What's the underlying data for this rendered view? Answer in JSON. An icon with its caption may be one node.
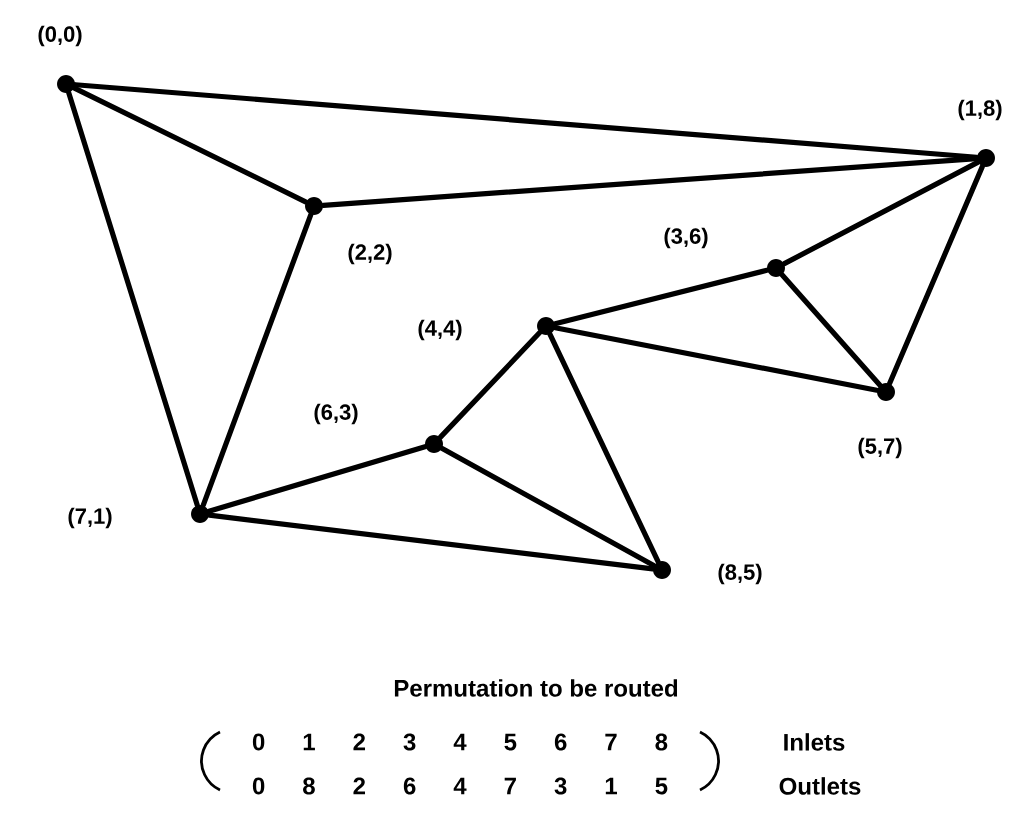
{
  "diagram": {
    "nodes": [
      {
        "text": [],
        "shape": "circle",
        "beside": [
          "(0,0)"
        ]
      },
      {
        "text": [],
        "shape": "circle",
        "beside": [
          "(1,8)"
        ]
      },
      {
        "text": [],
        "shape": "circle",
        "beside": [
          "(2,2)"
        ]
      },
      {
        "text": [],
        "shape": "circle",
        "beside": [
          "(3,6)"
        ]
      },
      {
        "text": [],
        "shape": "circle",
        "beside": [
          "(4,4)"
        ]
      },
      {
        "text": [],
        "shape": "circle",
        "beside": [
          "(5,7)"
        ]
      },
      {
        "text": [],
        "shape": "circle",
        "beside": [
          "(6,3)"
        ]
      },
      {
        "text": [],
        "shape": "circle",
        "beside": [
          "(7,1)"
        ]
      },
      {
        "text": [],
        "shape": "circle",
        "beside": [
          "(8,5)"
        ]
      }
    ],
    "edges": [
      {
        "from": 0,
        "to": 1,
        "arrow": "none"
      },
      {
        "from": 0,
        "to": 2,
        "arrow": "none"
      },
      {
        "from": 0,
        "to": 7,
        "arrow": "none"
      },
      {
        "from": 2,
        "to": 1,
        "arrow": "none"
      },
      {
        "from": 2,
        "to": 7,
        "arrow": "none"
      },
      {
        "from": 1,
        "to": 3,
        "arrow": "none"
      },
      {
        "from": 1,
        "to": 5,
        "arrow": "none"
      },
      {
        "from": 3,
        "to": 4,
        "arrow": "none"
      },
      {
        "from": 3,
        "to": 5,
        "arrow": "none"
      },
      {
        "from": 4,
        "to": 5,
        "arrow": "none"
      },
      {
        "from": 4,
        "to": 6,
        "arrow": "none"
      },
      {
        "from": 4,
        "to": 8,
        "arrow": "none"
      },
      {
        "from": 6,
        "to": 7,
        "arrow": "none"
      },
      {
        "from": 6,
        "to": 8,
        "arrow": "none"
      },
      {
        "from": 7,
        "to": 8,
        "arrow": "none"
      }
    ],
    "labels": [
      "Permutation to be routed",
      "0 1 2 3 4 5 6 7 8",
      "Inlets",
      "0 8 2 6 4 7 3 1 5",
      "Outlets"
    ]
  }
}
